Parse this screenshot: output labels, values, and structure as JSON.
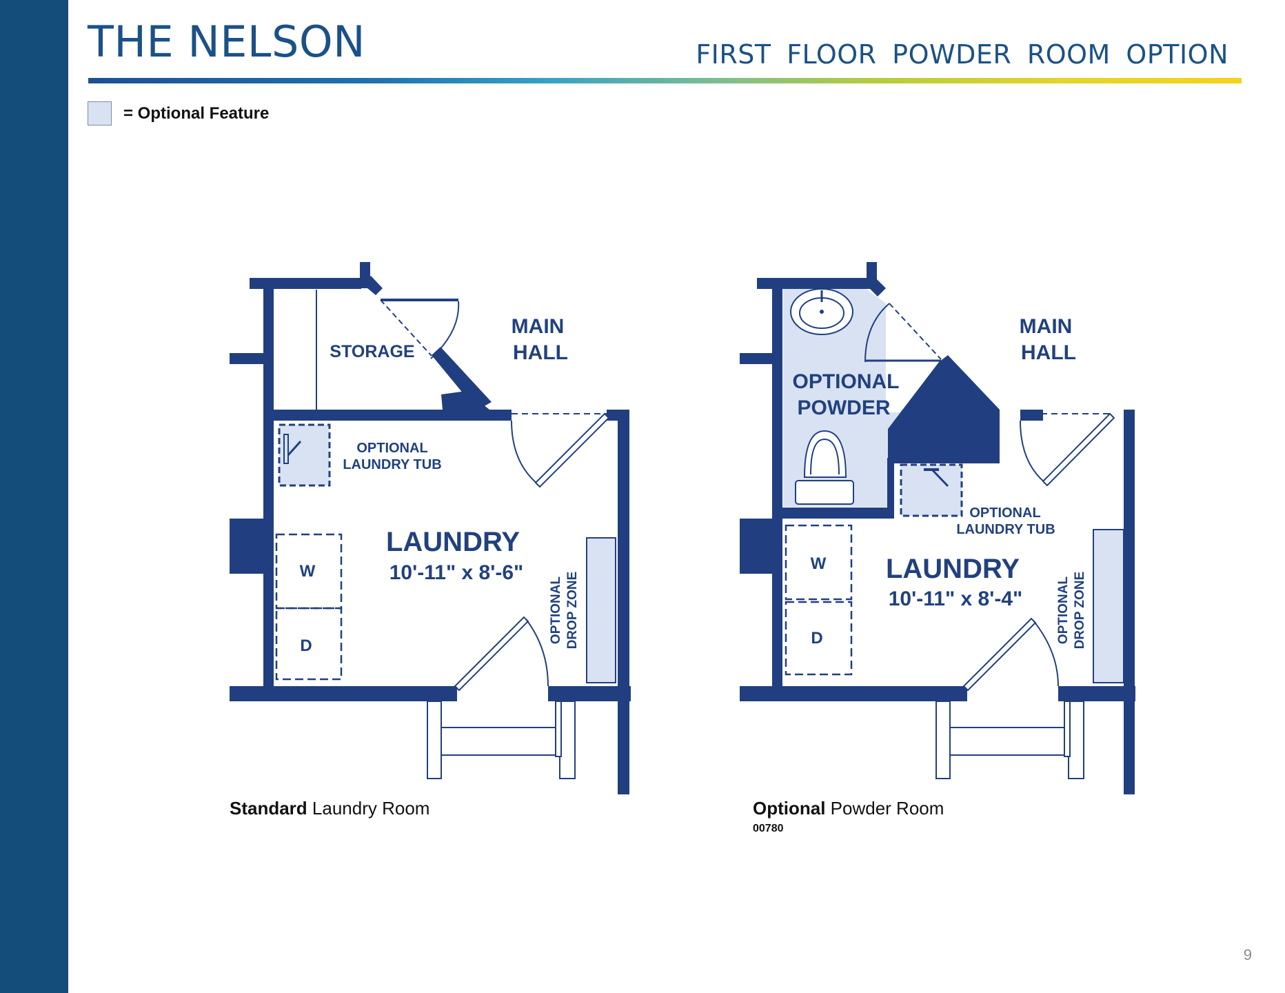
{
  "header": {
    "title": "THE NELSON",
    "subtitle": "FIRST FLOOR POWDER ROOM OPTION"
  },
  "legend": {
    "text": "= Optional Feature"
  },
  "colors": {
    "brand_blue": "#1b5186",
    "sidebar_blue": "#144c7a",
    "wall_blue": "#213f80",
    "optional_fill": "#d8e2f2"
  },
  "plans": [
    {
      "caption_bold": "Standard",
      "caption_rest": " Laundry Room",
      "labels": {
        "main_hall_1": "MAIN",
        "main_hall_2": "HALL",
        "storage": "STORAGE",
        "tub_1": "OPTIONAL",
        "tub_2": "LAUNDRY TUB",
        "room": "LAUNDRY",
        "dims": "10'-11\" x 8'-6\"",
        "washer": "W",
        "dryer": "D",
        "drop_1": "OPTIONAL",
        "drop_2": "DROP ZONE"
      }
    },
    {
      "caption_bold": "Optional",
      "caption_rest": " Powder Room",
      "code": "00780",
      "labels": {
        "main_hall_1": "MAIN",
        "main_hall_2": "HALL",
        "powder_1": "OPTIONAL",
        "powder_2": "POWDER",
        "tub_1": "OPTIONAL",
        "tub_2": "LAUNDRY TUB",
        "room": "LAUNDRY",
        "dims": "10'-11\" x 8'-4\"",
        "washer": "W",
        "dryer": "D",
        "drop_1": "OPTIONAL",
        "drop_2": "DROP ZONE"
      }
    }
  ],
  "page": {
    "number": "9"
  }
}
